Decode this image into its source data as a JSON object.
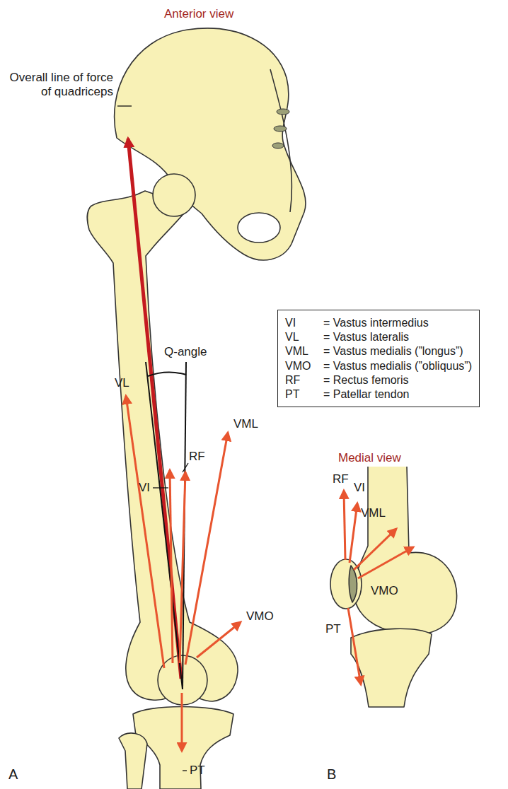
{
  "diagram": {
    "nodes": [
      {
        "text": [
          "VI",
          "= Vastus intermedius",
          "VL",
          "= Vastus lateralis",
          "VML",
          "= Vastus medialis (”longus”)",
          "VMO",
          "= Vastus medialis (”obliquus”)",
          "RF",
          "= Rectus femoris",
          "PT",
          "= Patellar tendon"
        ]
      }
    ],
    "edges": [],
    "labels": [
      "Anterior view",
      "Overall line of force of quadriceps",
      "Q-angle",
      "VL",
      "VI",
      "RF",
      "VML",
      "VMO",
      "PT",
      "A",
      "Medial view",
      "RF",
      "VI",
      "VML",
      "VMO",
      "PT",
      "B"
    ]
  }
}
